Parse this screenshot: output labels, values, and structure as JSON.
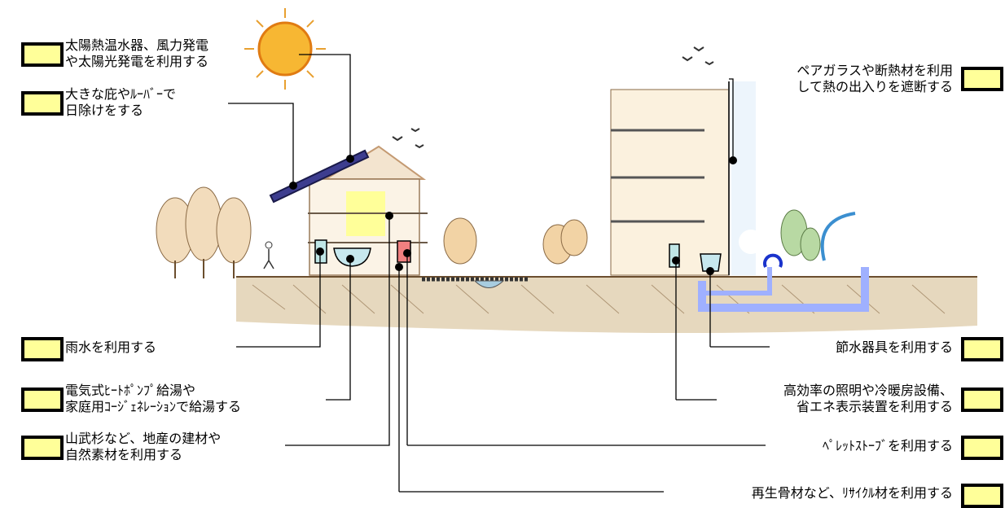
{
  "callouts": {
    "solar": [
      "太陽熱温水器、風力発電",
      "や太陽光発電を利用する"
    ],
    "eaves": [
      "大きな庇やﾙｰﾊﾞｰで",
      "日除けをする"
    ],
    "rain": "雨水を利用する",
    "heatpump": [
      "電気式ﾋｰﾄﾎﾟﾝﾌﾟ給湯や",
      "家庭用ｺｰｼﾞｪﾈﾚｰｼｮﾝで給湯する"
    ],
    "materials": [
      "山武杉など、地産の建材や",
      "自然素材を利用する"
    ],
    "glass": [
      "ペアガラスや断熱材を利用",
      "して熱の出入りを遮断する"
    ],
    "water_saving": "節水器具を利用する",
    "lighting": [
      "高効率の照明や冷暖房設備、",
      "省エネ表示装置を利用する"
    ],
    "pellet": "ﾍﾟﾚｯﾄｽﾄｰﾌﾞを利用する",
    "recycle": "再生骨材など、ﾘｻｲｸﾙ材を利用する"
  },
  "colors": {
    "marker_box": "#ffff99",
    "ground": "#d8c4a0",
    "sun": "#f5a623",
    "panel": "#3a3a8c",
    "water_pipe": "#9fb0ff",
    "pond": "#9cc4d8",
    "tree": "#e8b066"
  }
}
